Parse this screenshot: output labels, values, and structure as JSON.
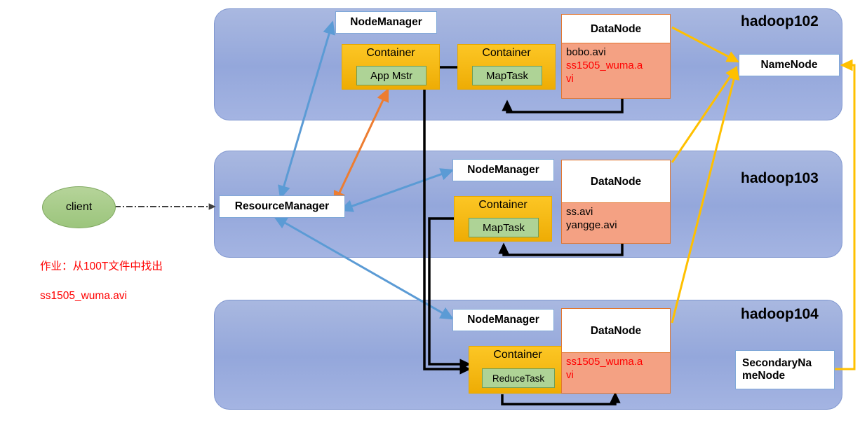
{
  "diagram": {
    "title": "Hadoop YARN / HDFS job execution diagram",
    "colors": {
      "panel": "#a0b1de",
      "container": "#f6bb17",
      "task": "#aed396",
      "datanode_border": "#e2762f",
      "datanode_body": "#f4a183",
      "highlight_text": "#ff0000",
      "yarn_arrow": "#5b9bd5",
      "appmstr_arrow": "#ed7d31",
      "hdfs_arrow": "#ffc000",
      "data_flow_arrow": "#000000",
      "client_fill": "#a8cc8a"
    }
  },
  "client": {
    "label": "client",
    "note_line1": "作业：从100T文件中找出",
    "note_line2": "ss1505_wuma.avi"
  },
  "resource_manager": {
    "label": "ResourceManager"
  },
  "name_node": {
    "label": "NameNode"
  },
  "secondary_name_node": {
    "label": "SecondaryNameNode"
  },
  "hosts": [
    {
      "name": "hadoop102",
      "node_manager": "NodeManager",
      "containers": [
        {
          "title": "Container",
          "task": "App Mstr"
        },
        {
          "title": "Container",
          "task": "MapTask"
        }
      ],
      "datanode": {
        "title": "DataNode",
        "files": [
          {
            "name": "bobo.avi",
            "highlight": false
          },
          {
            "name": "ss1505_wuma.avi",
            "highlight": true
          }
        ]
      }
    },
    {
      "name": "hadoop103",
      "node_manager": "NodeManager",
      "containers": [
        {
          "title": "Container",
          "task": "MapTask"
        }
      ],
      "datanode": {
        "title": "DataNode",
        "files": [
          {
            "name": "ss.avi",
            "highlight": false
          },
          {
            "name": "yangge.avi",
            "highlight": false
          }
        ]
      }
    },
    {
      "name": "hadoop104",
      "node_manager": "NodeManager",
      "containers": [
        {
          "title": "Container",
          "task": "ReduceTask"
        }
      ],
      "datanode": {
        "title": "DataNode",
        "files": [
          {
            "name": "ss1505_wuma.avi",
            "highlight": true
          }
        ]
      }
    }
  ],
  "text": {
    "dn102_line1": "bobo.avi",
    "dn102_line2": "ss1505_wuma.a",
    "dn102_line3": "vi",
    "dn103_line1": "ss.avi",
    "dn103_line2": "yangge.avi",
    "dn104_line1": "ss1505_wuma.a",
    "dn104_line2": "vi",
    "secondary_line1": "SecondaryNa",
    "secondary_line2": "meNode"
  }
}
